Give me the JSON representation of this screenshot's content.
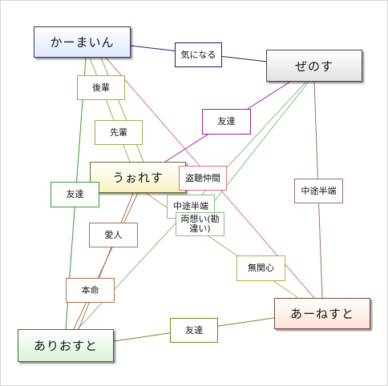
{
  "nodes": {
    "kaamain": {
      "label": "かーまいん",
      "gradient": [
        "#ffffff",
        "#dfe9ff"
      ],
      "border": "#3a3a5a"
    },
    "zenosu": {
      "label": "ぜのす",
      "gradient": [
        "#ffffff",
        "#e4e0e4"
      ],
      "border": "#4a4a4a"
    },
    "uorenasu": {
      "label": "うぉれす",
      "gradient": [
        "#ffffff",
        "#f7f3c2"
      ],
      "border": "#666633"
    },
    "aanesuto": {
      "label": "あーねすと",
      "gradient": [
        "#ffffff",
        "#fde3d8"
      ],
      "border": "#7a4a3a"
    },
    "ariosuto": {
      "label": "ありおすと",
      "gradient": [
        "#ffffff",
        "#d9f4d9"
      ],
      "border": "#3a6a3a"
    }
  },
  "edges": [
    {
      "id": "kaamain-zenosu",
      "label": "気になる",
      "color": "#1f1f66"
    },
    {
      "id": "kaamain-uorenasu-kouhai",
      "label": "後輩",
      "color": "#a6a84a"
    },
    {
      "id": "kaamain-uorenasu-senpai",
      "label": "先輩",
      "color": "#a6a84a"
    },
    {
      "id": "zenosu-uorenasu",
      "label": "友達",
      "color": "#a020a0"
    },
    {
      "id": "kaamain-aanesuto",
      "label": "盗聴仲間",
      "color": "#e0707a"
    },
    {
      "id": "zenosu-aanesuto",
      "label": "中途半端",
      "color": "#a07060"
    },
    {
      "id": "kaamain-ariosuto",
      "label": "友達",
      "color": "#3a9a3a"
    },
    {
      "id": "zenosu-ariosuto-chuto",
      "label": "中途半端",
      "color": "#80c080"
    },
    {
      "id": "zenosu-ariosuto-ryoomoi",
      "label": "両想い(勘\n違い)",
      "color": "#80c080"
    },
    {
      "id": "uorenasu-ariosuto-aijin",
      "label": "愛人",
      "color": "#b07050"
    },
    {
      "id": "uorenasu-ariosuto-honmei",
      "label": "本命",
      "color": "#b07050"
    },
    {
      "id": "uorenasu-aanesuto",
      "label": "無関心",
      "color": "#c0a850"
    },
    {
      "id": "ariosuto-aanesuto",
      "label": "友達",
      "color": "#808020"
    }
  ]
}
